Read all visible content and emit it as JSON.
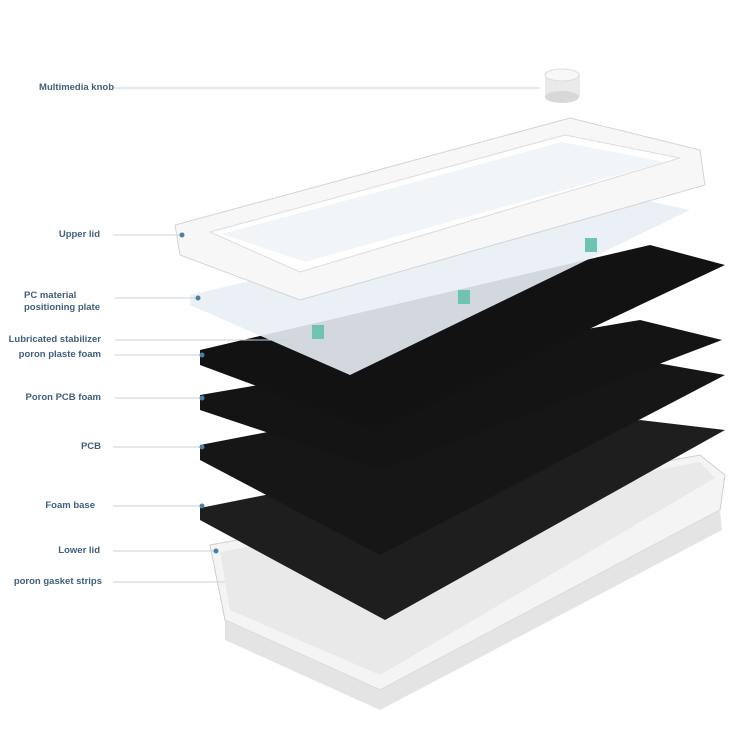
{
  "labels": {
    "knob": "Multimedia knob",
    "upper_lid": "Upper lid",
    "plate_line1": "PC material",
    "plate_line2": "positioning plate",
    "stabilizer": "Lubricated stabilizer",
    "plate_foam": "poron plaste foam",
    "pcb_foam": "Poron PCB foam",
    "pcb": "PCB",
    "foam_base": "Foam base",
    "lower_lid": "Lower lid",
    "gasket": "poron gasket strips"
  },
  "colors": {
    "label": "#3f5f7d",
    "leader": "#c9d3dc",
    "dot": "#4d7fa6"
  }
}
